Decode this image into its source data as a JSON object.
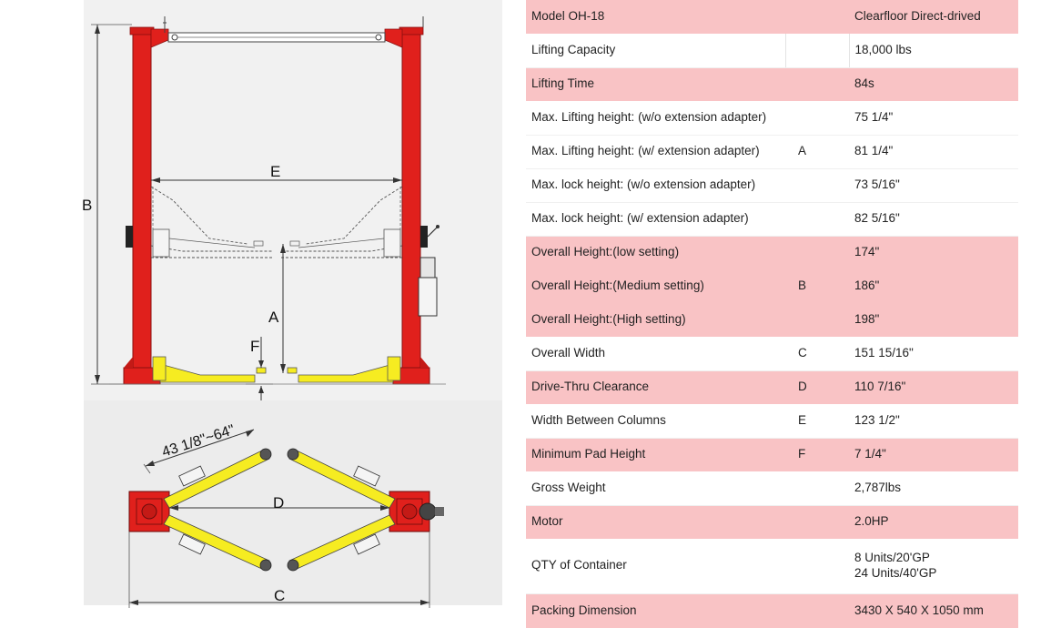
{
  "figure": {
    "labels": {
      "a": "A",
      "b": "B",
      "c": "C",
      "d": "D",
      "e": "E",
      "f": "F",
      "arm_range": "43 1/8\"~64\""
    },
    "colors": {
      "column": "#e0201c",
      "arm": "#f6ec21",
      "line": "#333333"
    }
  },
  "specs": {
    "rows": [
      {
        "param": "Model OH-18",
        "dim": "",
        "value": "Clearfloor Direct-drived",
        "shaded": true
      },
      {
        "param": "Lifting Capacity",
        "dim": "",
        "value": "18,000 lbs",
        "shaded": false
      },
      {
        "param": "Lifting Time",
        "dim": "",
        "value": "84s",
        "shaded": true
      },
      {
        "param": "Max. Lifting height: (w/o extension adapter)",
        "dim": "",
        "value": "75 1/4\"",
        "shaded": false
      },
      {
        "param": "Max. Lifting height:  (w/ extension adapter)",
        "dim": "A",
        "value": "81 1/4\"",
        "shaded": false
      },
      {
        "param": "Max. lock height:  (w/o extension adapter)",
        "dim": "",
        "value": "73 5/16\"",
        "shaded": false
      },
      {
        "param": "Max. lock height:  (w/  extension adapter)",
        "dim": "",
        "value": "82 5/16\"",
        "shaded": false
      },
      {
        "param": "Overall Height:(low setting)",
        "dim": "",
        "value": "174\"",
        "shaded": true
      },
      {
        "param": "Overall Height:(Medium setting)",
        "dim": "B",
        "value": "186\"",
        "shaded": true
      },
      {
        "param": "Overall Height:(High setting)",
        "dim": "",
        "value": "198\"",
        "shaded": true
      },
      {
        "param": "Overall Width",
        "dim": "C",
        "value": "151 15/16\"",
        "shaded": false
      },
      {
        "param": "Drive-Thru Clearance",
        "dim": "D",
        "value": "110 7/16\"",
        "shaded": true
      },
      {
        "param": "Width Between Columns",
        "dim": "E",
        "value": "123 1/2\"",
        "shaded": false
      },
      {
        "param": "Minimum Pad Height",
        "dim": "F",
        "value": "7 1/4\"",
        "shaded": true
      },
      {
        "param": "Gross Weight",
        "dim": "",
        "value": "2,787lbs",
        "shaded": false
      },
      {
        "param": "Motor",
        "dim": "",
        "value": "2.0HP",
        "shaded": true
      },
      {
        "param": "QTY of Container",
        "dim": "",
        "value": "8 Units/20'GP",
        "value2": "24 Units/40'GP",
        "shaded": false
      },
      {
        "param": "Packing Dimension",
        "dim": "",
        "value": "3430 X 540 X 1050 mm",
        "shaded": true
      }
    ]
  }
}
